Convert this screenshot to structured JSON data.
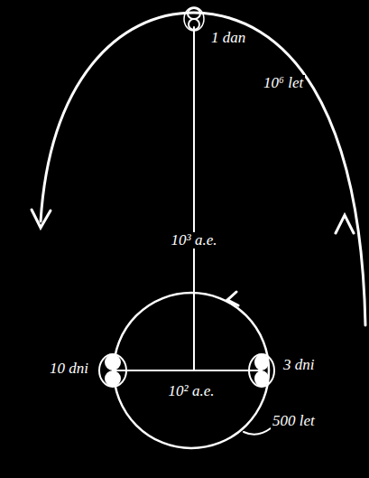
{
  "diagram": {
    "labels": [
      "1 dan",
      "10⁶ let",
      "10³ a.e.",
      "10 dni",
      "10² a.e.",
      "3 dni",
      "500 let"
    ]
  }
}
